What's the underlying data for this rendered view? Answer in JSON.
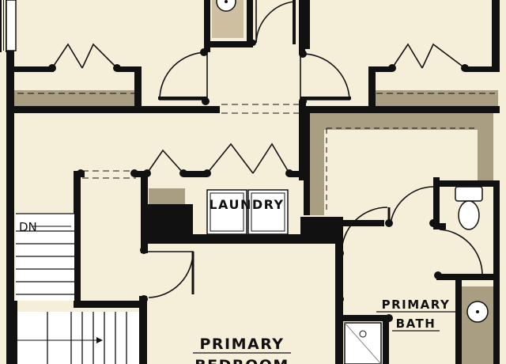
{
  "rooms": {
    "laundry_label": "LAUNDRY",
    "primary_bath_line1": "PRIMARY",
    "primary_bath_line2": "BATH",
    "primary_bedroom_line1": "PRIMARY",
    "primary_bedroom_line2": "BEDROOM"
  },
  "stairs": {
    "direction_label": "DN"
  },
  "colors": {
    "floor": "#f5efda",
    "wall": "#111111",
    "cabinet": "#a99d82",
    "cabinet_light": "#cdbf9f",
    "fixture": "#ffffff"
  }
}
